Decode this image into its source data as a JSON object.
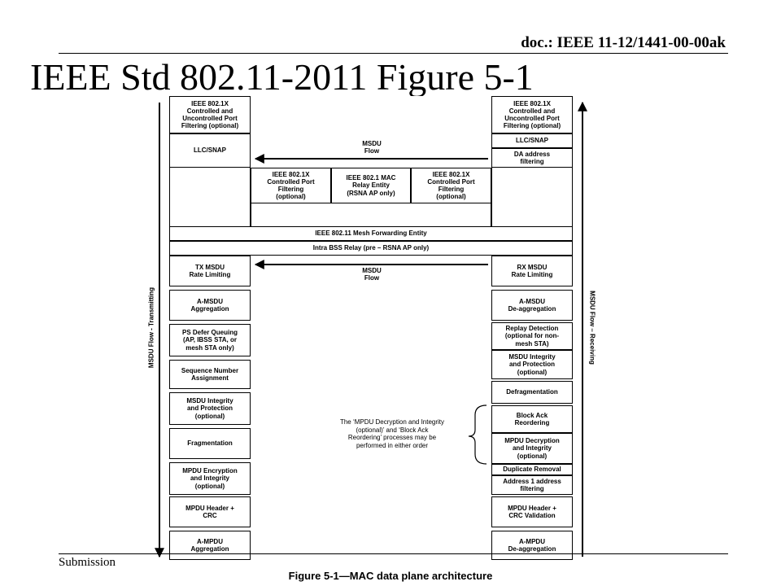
{
  "header": {
    "doc_id": "doc.: IEEE 11-12/1441-00-00ak",
    "title": "IEEE Std 802.11-2011 Figure 5-1"
  },
  "footer": {
    "submission": "Submission"
  },
  "figure": {
    "caption": "Figure 5-1—MAC data plane architecture",
    "transmit_flow_label": "MSDU Flow - Transmitting",
    "receive_flow_label": "MSDU Flow – Receiving",
    "upper_flow_label": "MSDU\nFlow",
    "lower_flow_label": "MSDU\nFlow",
    "left_column": {
      "port_filtering": "IEEE 802.1X\nControlled and\nUncontrolled Port\nFiltering (optional)",
      "llc_snap": "LLC/SNAP",
      "tx_rate_limiting": "TX MSDU\nRate Limiting",
      "amsdu_aggregation": "A-MSDU\nAggregation",
      "ps_defer": "PS Defer Queuing\n(AP, IBSS STA, or\nmesh STA only)",
      "sequence_number": "Sequence Number\nAssignment",
      "msdu_integrity": "MSDU Integrity\nand Protection\n(optional)",
      "fragmentation": "Fragmentation",
      "mpdu_encryption": "MPDU Encryption\nand Integrity\n(optional)",
      "mpdu_header_crc": "MPDU Header +\nCRC",
      "ampdu_aggregation": "A-MPDU\nAggregation"
    },
    "middle": {
      "left_port_filtering": "IEEE 802.1X\nControlled Port\nFiltering\n(optional)",
      "mac_relay": "IEEE 802.1 MAC\nRelay Entity\n(RSNA AP only)",
      "right_port_filtering": "IEEE 802.1X\nControlled Port\nFiltering\n(optional)",
      "mesh_forwarding": "IEEE 802.11 Mesh Forwarding Entity",
      "intra_bss_relay": "Intra BSS Relay (pre – RSNA AP only)",
      "note": "The ‘MPDU Decryption and Integrity\n(optional)’ and ‘Block Ack\nReordering’ processes may be\nperformed in either order"
    },
    "right_column": {
      "port_filtering": "IEEE 802.1X\nControlled and\nUncontrolled Port\nFiltering (optional)",
      "llc_snap": "LLC/SNAP",
      "da_filtering": "DA address\nfiltering",
      "rx_rate_limiting": "RX MSDU\nRate Limiting",
      "amsdu_deaggregation": "A-MSDU\nDe-aggregation",
      "replay_detection": "Replay Detection\n(optional for non-\nmesh STA)",
      "msdu_integrity": "MSDU Integrity\nand Protection\n(optional)",
      "defragmentation": "Defragmentation",
      "block_ack": "Block Ack\nReordering",
      "mpdu_decryption": "MPDU Decryption\nand Integrity\n(optional)",
      "duplicate_removal": "Duplicate Removal",
      "address1_filtering": "Address 1 address\nfiltering",
      "mpdu_header_crc_validation": "MPDU Header +\nCRC Validation",
      "ampdu_deaggregation": "A-MPDU\nDe-aggregation"
    }
  }
}
